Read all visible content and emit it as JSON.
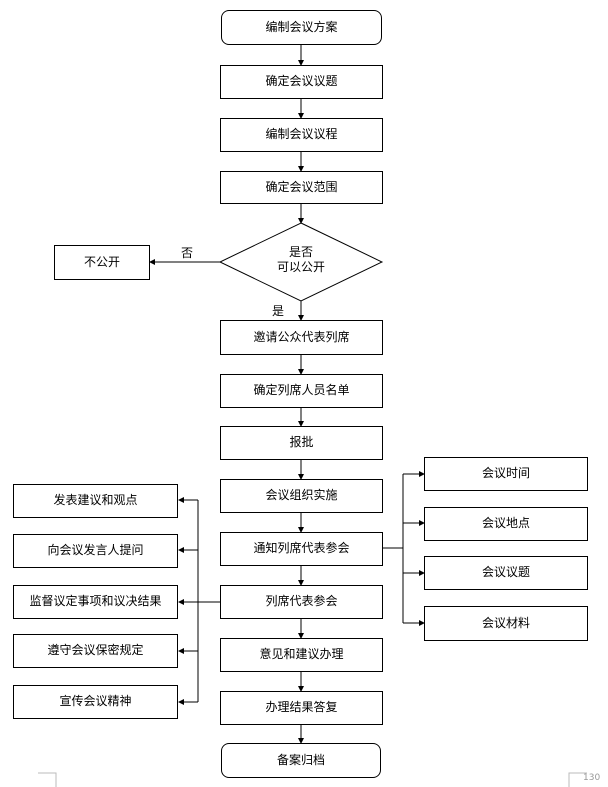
{
  "main_flow": {
    "step1": "编制会议方案",
    "step2": "确定会议议题",
    "step3": "编制会议议程",
    "step4": "确定会议范围",
    "step5": "邀请公众代表列席",
    "step6": "确定列席人员名单",
    "step7": "报批",
    "step8": "会议组织实施",
    "step9": "通知列席代表参会",
    "step10": "列席代表参会",
    "step11": "意见和建议办理",
    "step12": "办理结果答复",
    "step13": "备案归档"
  },
  "decision": {
    "line1": "是否",
    "line2": "可以公开",
    "no_label": "否",
    "yes_label": "是",
    "no_target": "不公开"
  },
  "notify_items": [
    "会议时间",
    "会议地点",
    "会议议题",
    "会议材料"
  ],
  "attend_items": [
    "发表建议和观点",
    "向会议发言人提问",
    "监督议定事项和议决结果",
    "遵守会议保密规定",
    "宣传会议精神"
  ],
  "page_number": "130"
}
